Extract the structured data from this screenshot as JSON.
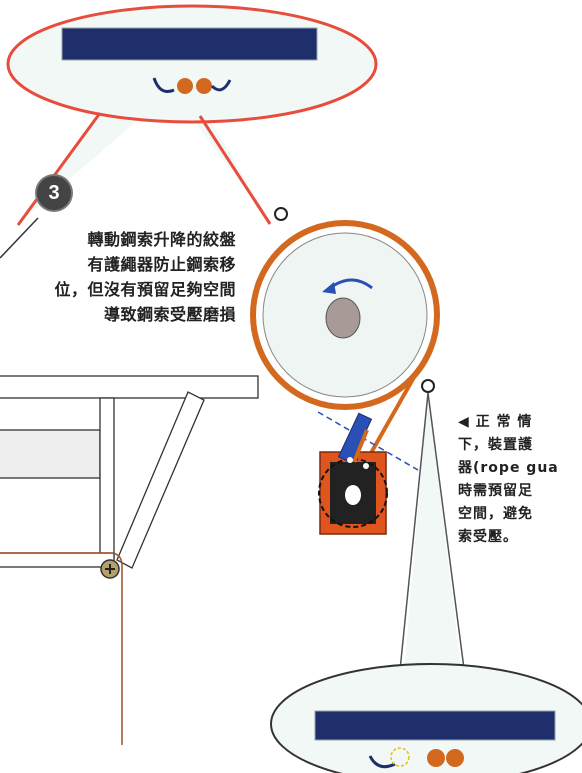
{
  "colors": {
    "rope": "#d2691e",
    "callout_outline": "#e74c3c",
    "strip": "#1f2f6b",
    "balloon_fill": "#f2f8f6",
    "step_badge": "#444444",
    "drum_fill": "#eef5f2"
  },
  "step": {
    "number": "3"
  },
  "caption_left": {
    "lines": [
      "轉動鋼索升降的絞盤",
      "有護繩器防止鋼索移",
      "位，但沒有預留足夠空間",
      "導致鋼索受壓磨損"
    ]
  },
  "caption_right": {
    "lines": [
      "◀ 正 常 情",
      "下，裝置護",
      "器(rope gua",
      "時需預留足",
      "空間，避免",
      "索受壓。"
    ]
  },
  "icons": [
    "plus-circle-icon",
    "rotation-arrow-icon"
  ]
}
